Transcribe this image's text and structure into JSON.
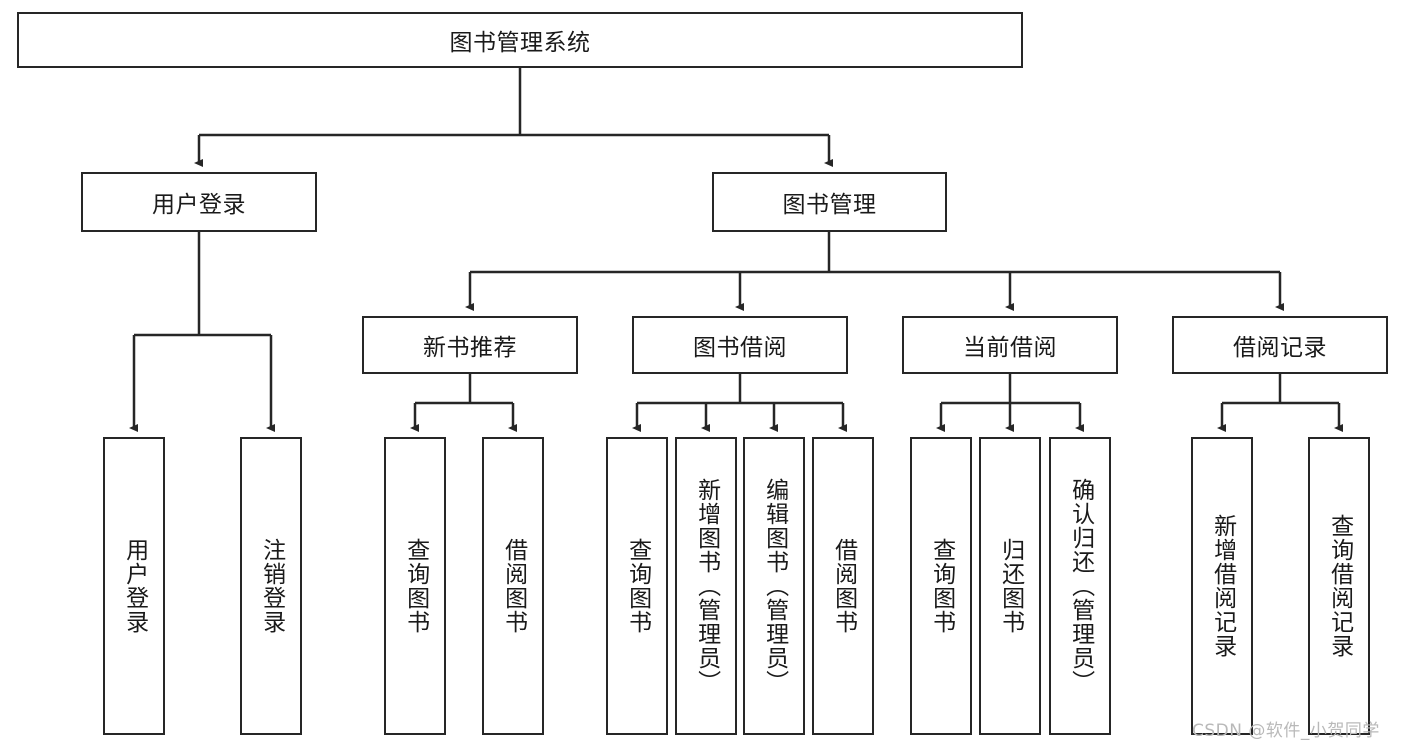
{
  "diagram": {
    "type": "tree-hierarchy",
    "root": {
      "id": "root",
      "label": "图书管理系统"
    },
    "level2": [
      {
        "id": "user-login",
        "label": "用户登录"
      },
      {
        "id": "book-manage",
        "label": "图书管理"
      }
    ],
    "level3": [
      {
        "id": "new-book-recommend",
        "label": "新书推荐",
        "parent": "book-manage"
      },
      {
        "id": "book-borrow",
        "label": "图书借阅",
        "parent": "book-manage"
      },
      {
        "id": "current-borrow",
        "label": "当前借阅",
        "parent": "book-manage"
      },
      {
        "id": "borrow-record",
        "label": "借阅记录",
        "parent": "book-manage"
      }
    ],
    "leaves": [
      {
        "id": "leaf-user-login",
        "label": "用户登录",
        "parent": "user-login"
      },
      {
        "id": "leaf-logout-login",
        "label": "注销登录",
        "parent": "user-login"
      },
      {
        "id": "leaf-query-book-1",
        "label": "查询图书",
        "parent": "new-book-recommend"
      },
      {
        "id": "leaf-borrow-book-1",
        "label": "借阅图书",
        "parent": "new-book-recommend"
      },
      {
        "id": "leaf-query-book-2",
        "label": "查询图书",
        "parent": "book-borrow"
      },
      {
        "id": "leaf-add-book",
        "label": "新增图书（管理员）",
        "parent": "book-borrow"
      },
      {
        "id": "leaf-edit-book",
        "label": "编辑图书（管理员）",
        "parent": "book-borrow"
      },
      {
        "id": "leaf-borrow-book-2",
        "label": "借阅图书",
        "parent": "book-borrow"
      },
      {
        "id": "leaf-query-book-3",
        "label": "查询图书",
        "parent": "current-borrow"
      },
      {
        "id": "leaf-return-book",
        "label": "归还图书",
        "parent": "current-borrow"
      },
      {
        "id": "leaf-confirm-return",
        "label": "确认归还（管理员）",
        "parent": "current-borrow"
      },
      {
        "id": "leaf-add-record",
        "label": "新增借阅记录",
        "parent": "borrow-record"
      },
      {
        "id": "leaf-query-record",
        "label": "查询借阅记录",
        "parent": "borrow-record"
      }
    ],
    "colors": {
      "stroke": "#262626",
      "fill": "#ffffff",
      "text": "#1a1a1a",
      "watermark": "#b9b9b9"
    }
  },
  "watermark": {
    "text": "CSDN @软件_小贺同学"
  }
}
